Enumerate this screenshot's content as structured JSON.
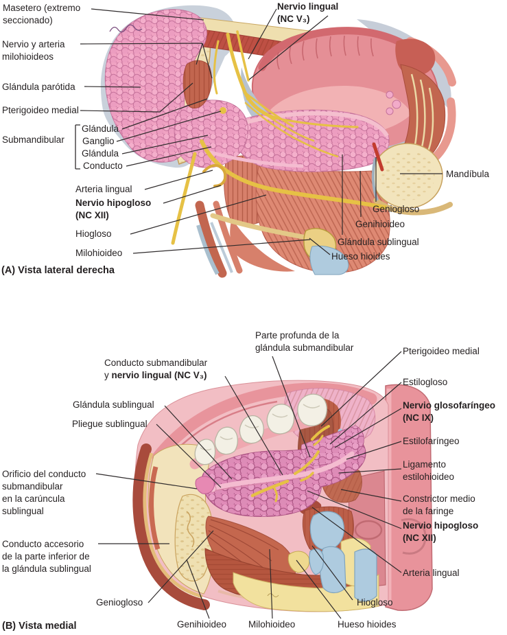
{
  "figure_a": {
    "caption": "(A) Vista lateral derecha",
    "labels": {
      "masetero": [
        "Masetero (extremo",
        "seccionado)"
      ],
      "nervio_arteria": [
        "Nervio y arteria",
        "milohioideos"
      ],
      "parotida": "Glándula parótida",
      "pterigoideo": "Pterigoideo medial",
      "submandibular": "Submandibular",
      "glandula_1": "Glándula",
      "ganglio": "Ganglio",
      "glandula_2": "Glándula",
      "conducto": "Conducto",
      "arteria_lingual": "Arteria lingual",
      "nervio_hipogloso": [
        "Nervio hipogloso",
        "(NC XII)"
      ],
      "hiogloso": "Hiogloso",
      "milohioideo": "Milohioideo",
      "nervio_lingual": [
        "Nervio lingual",
        "(NC V₃)"
      ],
      "mandibula": "Mandíbula",
      "geniogloso": "Geniogloso",
      "genihioideo": "Genihioideo",
      "glandula_sublingual": "Glándula sublingual",
      "hueso_hioides": "Hueso hioides"
    }
  },
  "figure_b": {
    "caption": "(B) Vista medial",
    "labels": {
      "parte_profunda": [
        "Parte profunda de la",
        "glándula submandibular"
      ],
      "conducto_linea1": "Conducto submandibular",
      "conducto_linea2_prefijo": "y ",
      "conducto_linea2_negrita": "nervio lingual (NC V₃)",
      "glandula_sublingual": "Glándula sublingual",
      "pliegue_sublingual": "Pliegue sublingual",
      "orificio": [
        "Orificio del conducto",
        "submandibular",
        "en la carúncula",
        "sublingual"
      ],
      "conducto_accesorio": [
        "Conducto accesorio",
        "de la parte inferior de",
        "la glándula sublingual"
      ],
      "geniogloso": "Geniogloso",
      "genihioideo": "Genihioideo",
      "milohioideo": "Milohioideo",
      "hueso_hioides": "Hueso hioides",
      "hiogloso": "Hiogloso",
      "pterigoideo": "Pterigoideo medial",
      "estilogloso": "Estilogloso",
      "nervio_glosofaringeo": [
        "Nervio glosofaríngeo",
        "(NC IX)"
      ],
      "estilofaringeo": "Estilofaríngeo",
      "ligamento_estilohioideo": [
        "Ligamento",
        "estilohioideo"
      ],
      "constrictor": [
        "Constrictor medio",
        "de la faringe"
      ],
      "nervio_hipogloso": [
        "Nervio hipogloso",
        "(NC XII)"
      ],
      "arteria_lingual": "Arteria lingual"
    }
  },
  "palette": {
    "gland_pink": "#F0A2C2",
    "gland_pink_deep": "#E08BB8",
    "muscle_salmon": "#DE8973",
    "muscle_red": "#B5563F",
    "bone_cream": "#F1E2B6",
    "nerve_yellow": "#E6C145",
    "cartilage_blue": "#AECBDF",
    "fascia_gray": "#C6CDD8",
    "mucosa_pink": "#E8939B",
    "label_color": "#231F20",
    "background": "#FFFFFF"
  }
}
